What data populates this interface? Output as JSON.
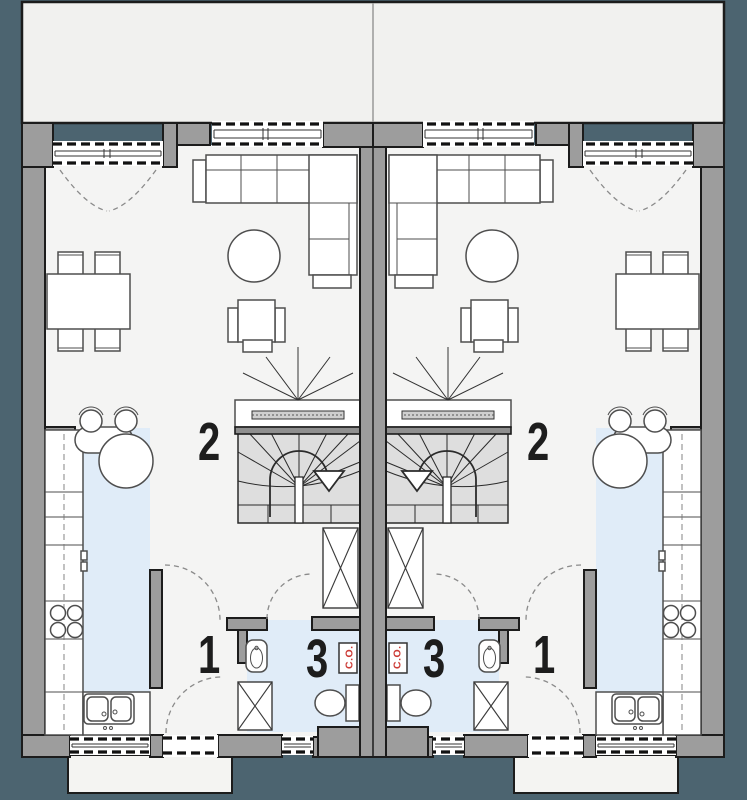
{
  "page": {
    "type": "architectural floor plan",
    "description": "ground floor plan of a mirrored twin (semi-detached) house with terrace, living room, kitchen annex, hall and bathroom"
  },
  "rooms": {
    "hall": {
      "number": "1"
    },
    "living": {
      "number": "2"
    },
    "bathroom": {
      "number": "3"
    }
  },
  "boiler_label": "C.O.",
  "units": {
    "left": "left unit",
    "right": "right unit"
  },
  "colors": {
    "background": "#4c6470",
    "terrace": "#f1f1ef",
    "floor": "#f4f4f3",
    "wet_room_floor": "#e0ecf8",
    "wall": "#9d9d9d",
    "stairs": "#dedede",
    "outline": "#1c1c1c",
    "furniture_stroke": "#4e4e4e",
    "boiler_text": "#cc3b36"
  }
}
